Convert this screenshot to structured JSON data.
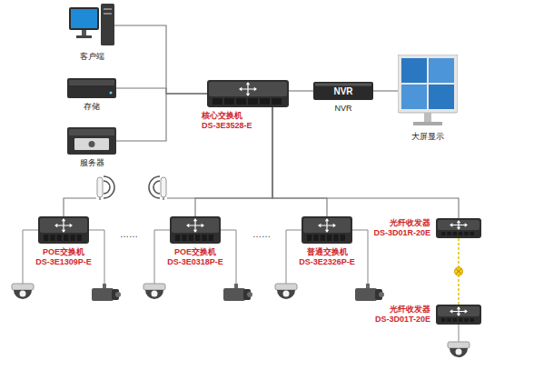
{
  "diagram": {
    "nodes": [
      {
        "text": [
          "客户端"
        ]
      },
      {
        "text": [
          "存储"
        ]
      },
      {
        "text": [
          "服务器"
        ]
      },
      {
        "text": [
          "核心交换机",
          "DS-3E3528-E"
        ]
      },
      {
        "text": [
          "NVR",
          "NVR"
        ]
      },
      {
        "text": [
          "大屏显示"
        ]
      },
      {
        "text": [
          "POE交换机",
          "DS-3E1309P-E"
        ]
      },
      {
        "text": [
          "POE交换机",
          "DS-3E0318P-E"
        ]
      },
      {
        "text": [
          "普通交换机",
          "DS-3E2326P-E"
        ]
      },
      {
        "text": [
          "光纤收发器",
          "DS-3D01R-20E"
        ]
      },
      {
        "text": [
          "光纤收发器",
          "DS-3D01T-20E"
        ]
      }
    ],
    "edges": [
      {
        "from": 0,
        "to": 3,
        "arrow": "none"
      },
      {
        "from": 1,
        "to": 3,
        "arrow": "none"
      },
      {
        "from": 2,
        "to": 3,
        "arrow": "none"
      },
      {
        "from": 3,
        "to": 4,
        "arrow": "none"
      },
      {
        "from": 4,
        "to": 5,
        "arrow": "none"
      },
      {
        "from": 3,
        "to": 6,
        "arrow": "none"
      },
      {
        "from": 3,
        "to": 7,
        "arrow": "none"
      },
      {
        "from": 3,
        "to": 8,
        "arrow": "none"
      },
      {
        "from": 3,
        "to": 9,
        "arrow": "none"
      },
      {
        "from": 9,
        "to": 10,
        "arrow": "none"
      }
    ],
    "labels": [
      "……",
      "……"
    ]
  }
}
